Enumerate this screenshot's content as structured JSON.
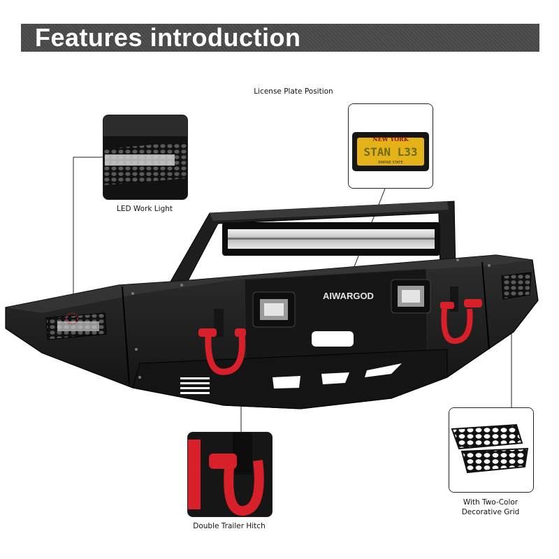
{
  "header": {
    "title": "Features introduction"
  },
  "product": {
    "brand": "AIWARGOD"
  },
  "callouts": {
    "license_plate": {
      "label": "License Plate Position",
      "plate_top": "NEW YORK",
      "plate_number": "STAN L33",
      "plate_bottom": "EMPIRE STATE"
    },
    "led_work_light": {
      "label": "LED Work Light"
    },
    "trailer_hitch": {
      "label": "Double Trailer Hitch"
    },
    "decorative_grid": {
      "label_line1": "With Two-Color",
      "label_line2": "Decorative Grid"
    }
  },
  "colors": {
    "banner": "#4a4a4a",
    "bumper": "#1c1c1c",
    "shackle": "#d8202a",
    "plate": "#e6b21a"
  }
}
